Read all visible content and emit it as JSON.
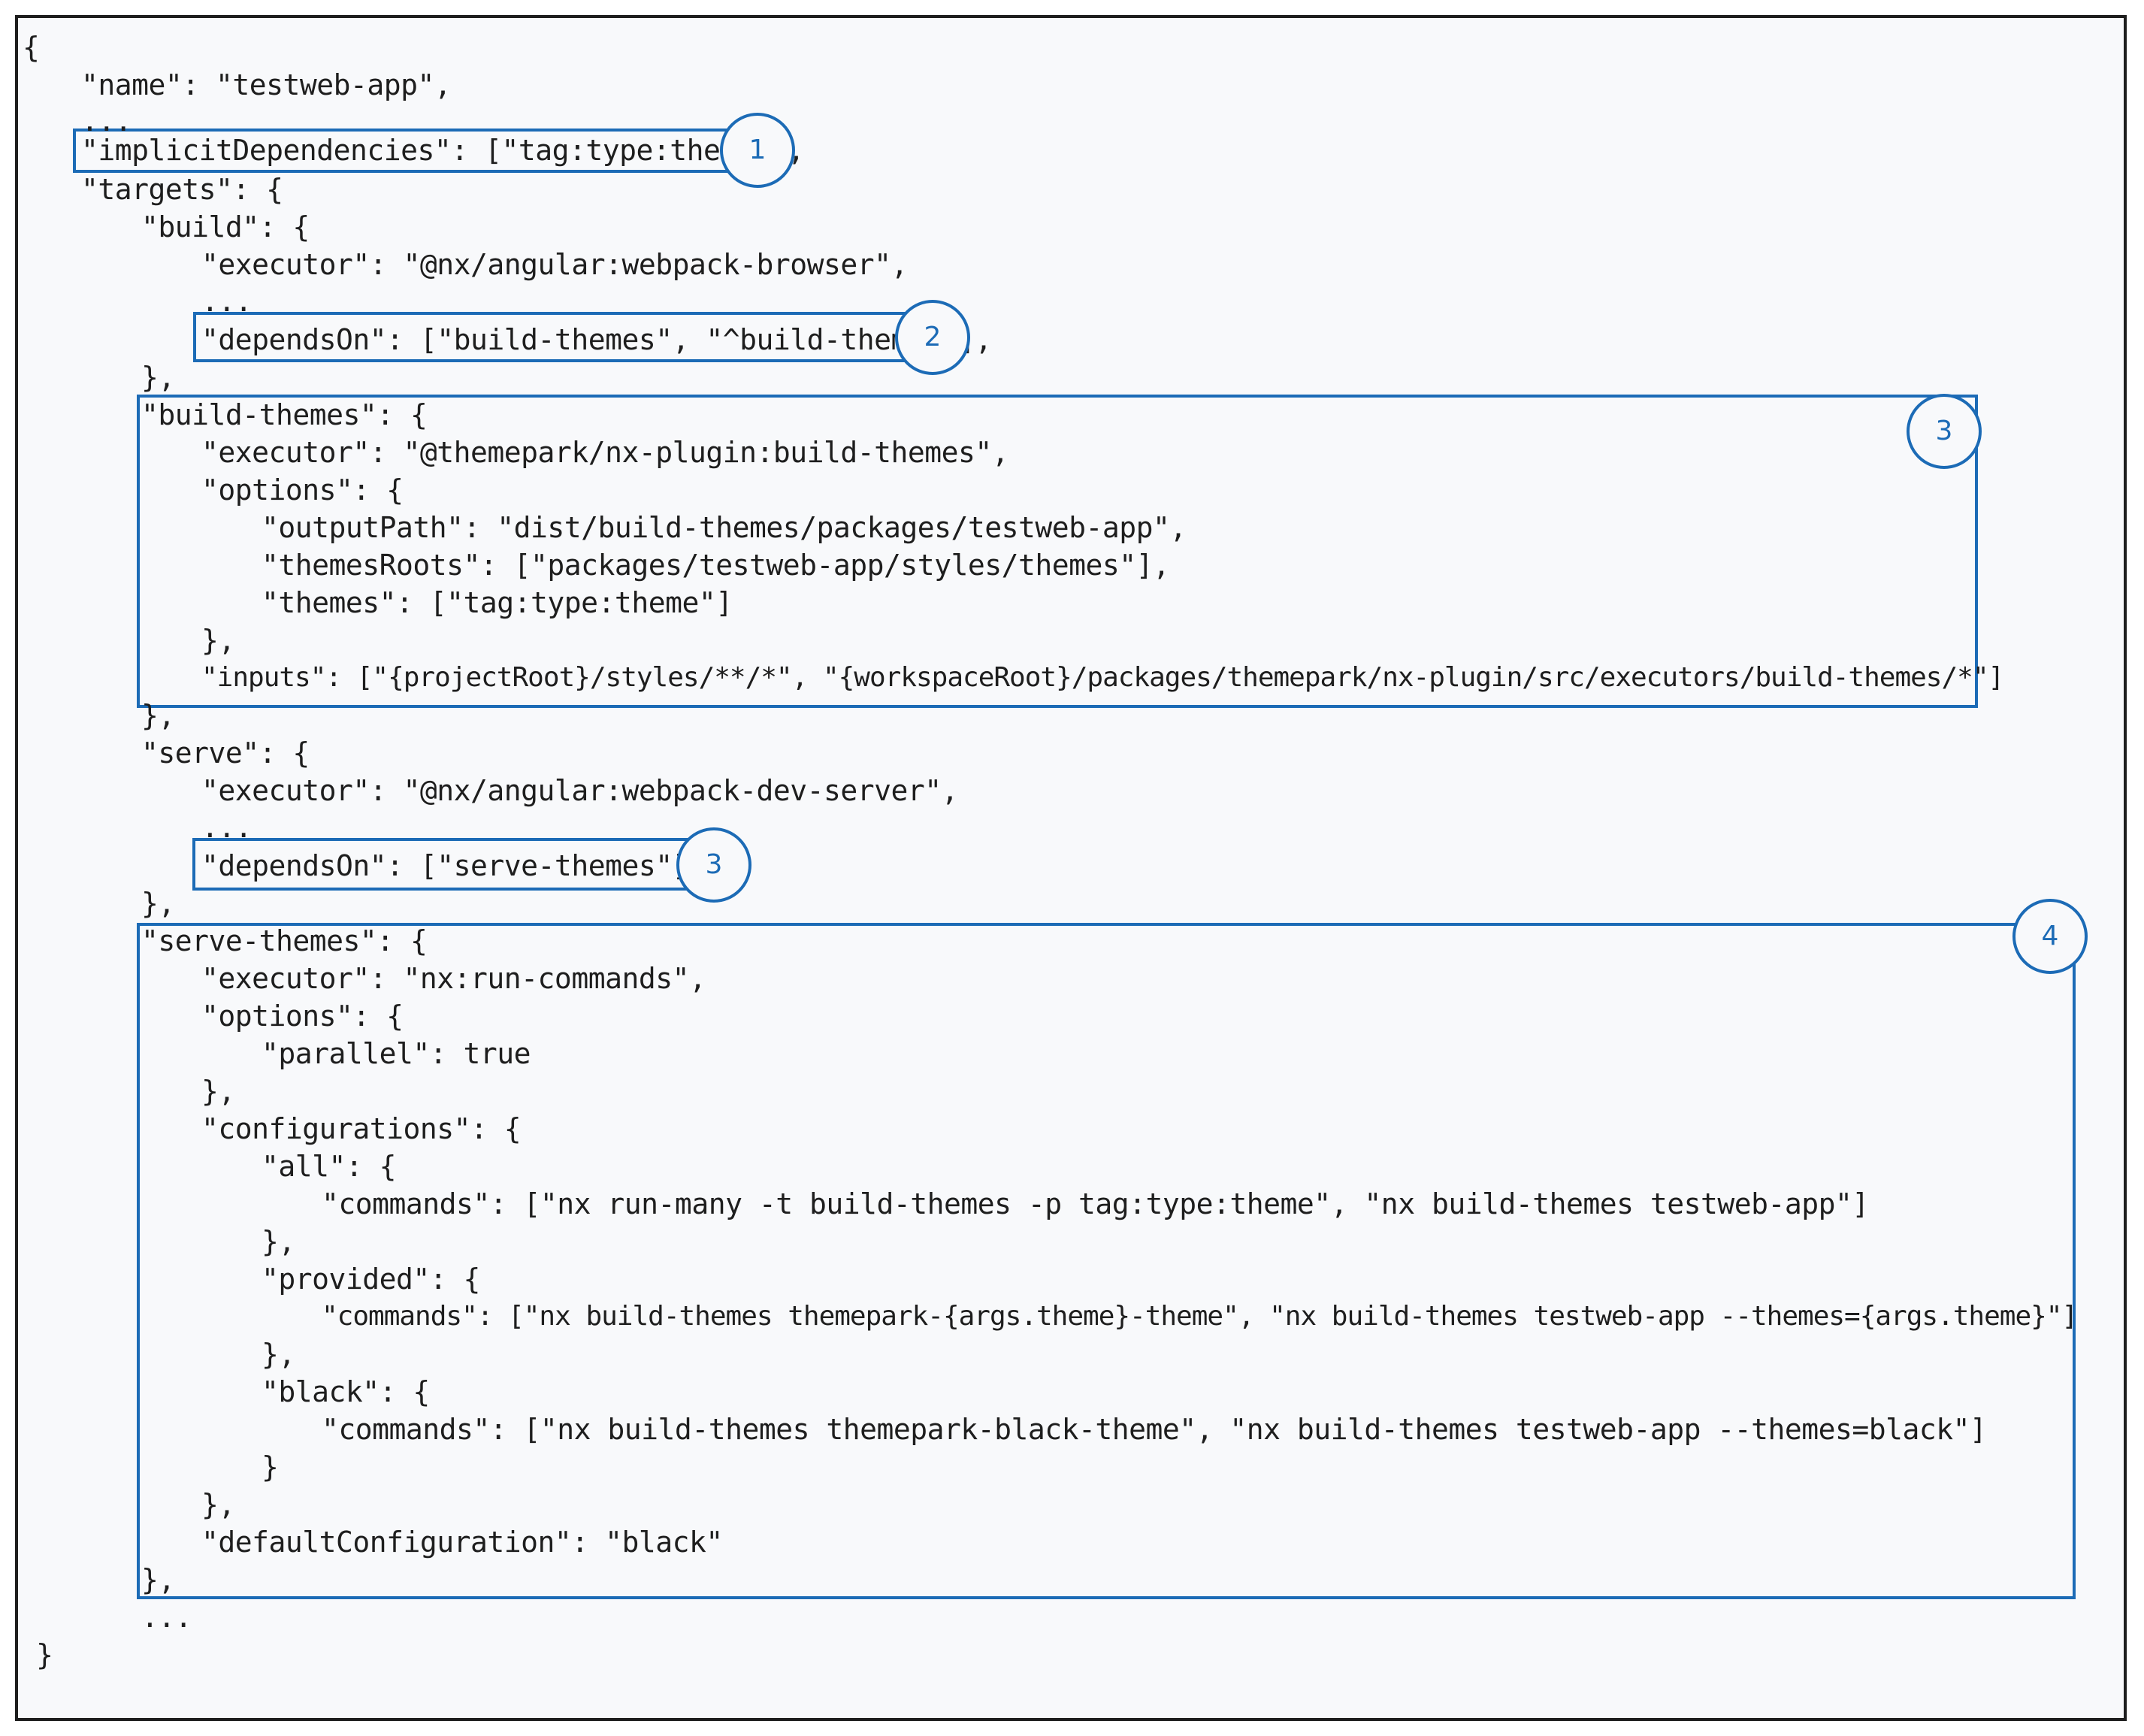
{
  "accent_color": "#1c6bb6",
  "code_lines": [
    "{",
    "\"name\": \"testweb-app\",",
    "...",
    "\"implicitDependencies\": [\"tag:type:theme\"],",
    "\"targets\": {",
    "\"build\": {",
    "\"executor\": \"@nx/angular:webpack-browser\",",
    "...",
    "\"dependsOn\": [\"build-themes\", \"^build-themes\"],",
    "},",
    "\"build-themes\": {",
    "\"executor\": \"@themepark/nx-plugin:build-themes\",",
    "\"options\": {",
    "\"outputPath\": \"dist/build-themes/packages/testweb-app\",",
    "\"themesRoots\": [\"packages/testweb-app/styles/themes\"],",
    "\"themes\": [\"tag:type:theme\"]",
    "},",
    "\"inputs\": [\"{projectRoot}/styles/**/*\", \"{workspaceRoot}/packages/themepark/nx-plugin/src/executors/build-themes/*\"]",
    "},",
    "\"serve\": {",
    "\"executor\": \"@nx/angular:webpack-dev-server\",",
    "...",
    "\"dependsOn\": [\"serve-themes\"]",
    "},",
    "\"serve-themes\": {",
    "\"executor\": \"nx:run-commands\",",
    "\"options\": {",
    "\"parallel\": true",
    "},",
    "\"configurations\": {",
    "\"all\": {",
    "\"commands\": [\"nx run-many -t build-themes -p tag:type:theme\", \"nx build-themes testweb-app\"]",
    "},",
    "\"provided\": {",
    "\"commands\": [\"nx build-themes themepark-{args.theme}-theme\", \"nx build-themes testweb-app --themes={args.theme}\"]",
    "},",
    "\"black\": {",
    "\"commands\": [\"nx build-themes themepark-black-theme\", \"nx build-themes testweb-app --themes=black\"]",
    "}",
    "},",
    "\"defaultConfiguration\": \"black\"",
    "},",
    "...",
    "}"
  ],
  "callouts": [
    "1",
    "2",
    "3",
    "3",
    "4"
  ]
}
